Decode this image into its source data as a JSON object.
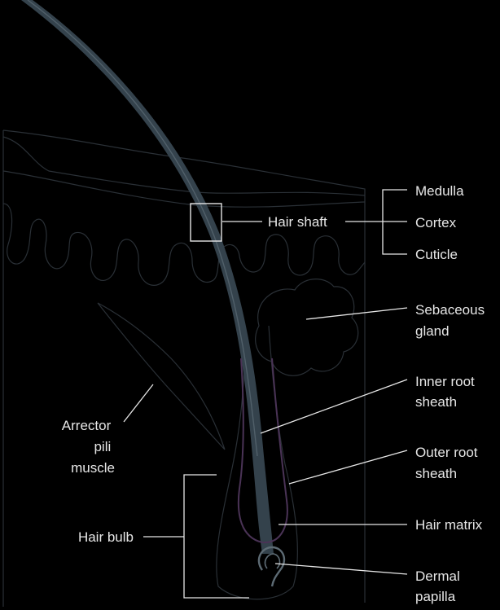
{
  "labels": {
    "hair_shaft": "Hair shaft",
    "medulla": "Medulla",
    "cortex": "Cortex",
    "cuticle": "Cuticle",
    "sebaceous_line1": "Sebaceous",
    "sebaceous_line2": "gland",
    "inner_root_line1": "Inner root",
    "inner_root_line2": "sheath",
    "outer_root_line1": "Outer root",
    "outer_root_line2": "sheath",
    "hair_matrix": "Hair matrix",
    "dermal_line1": "Dermal",
    "dermal_line2": "papilla",
    "arrector_line1": "Arrector",
    "arrector_line2": "pili",
    "arrector_line3": "muscle",
    "hair_bulb": "Hair bulb"
  },
  "colors": {
    "background": "#000000",
    "label_text": "#e6e6e6",
    "tissue_outline": "#2a3036",
    "hair": "#34424c",
    "hair_highlight": "#51606a",
    "sheath": "#4a3356"
  }
}
